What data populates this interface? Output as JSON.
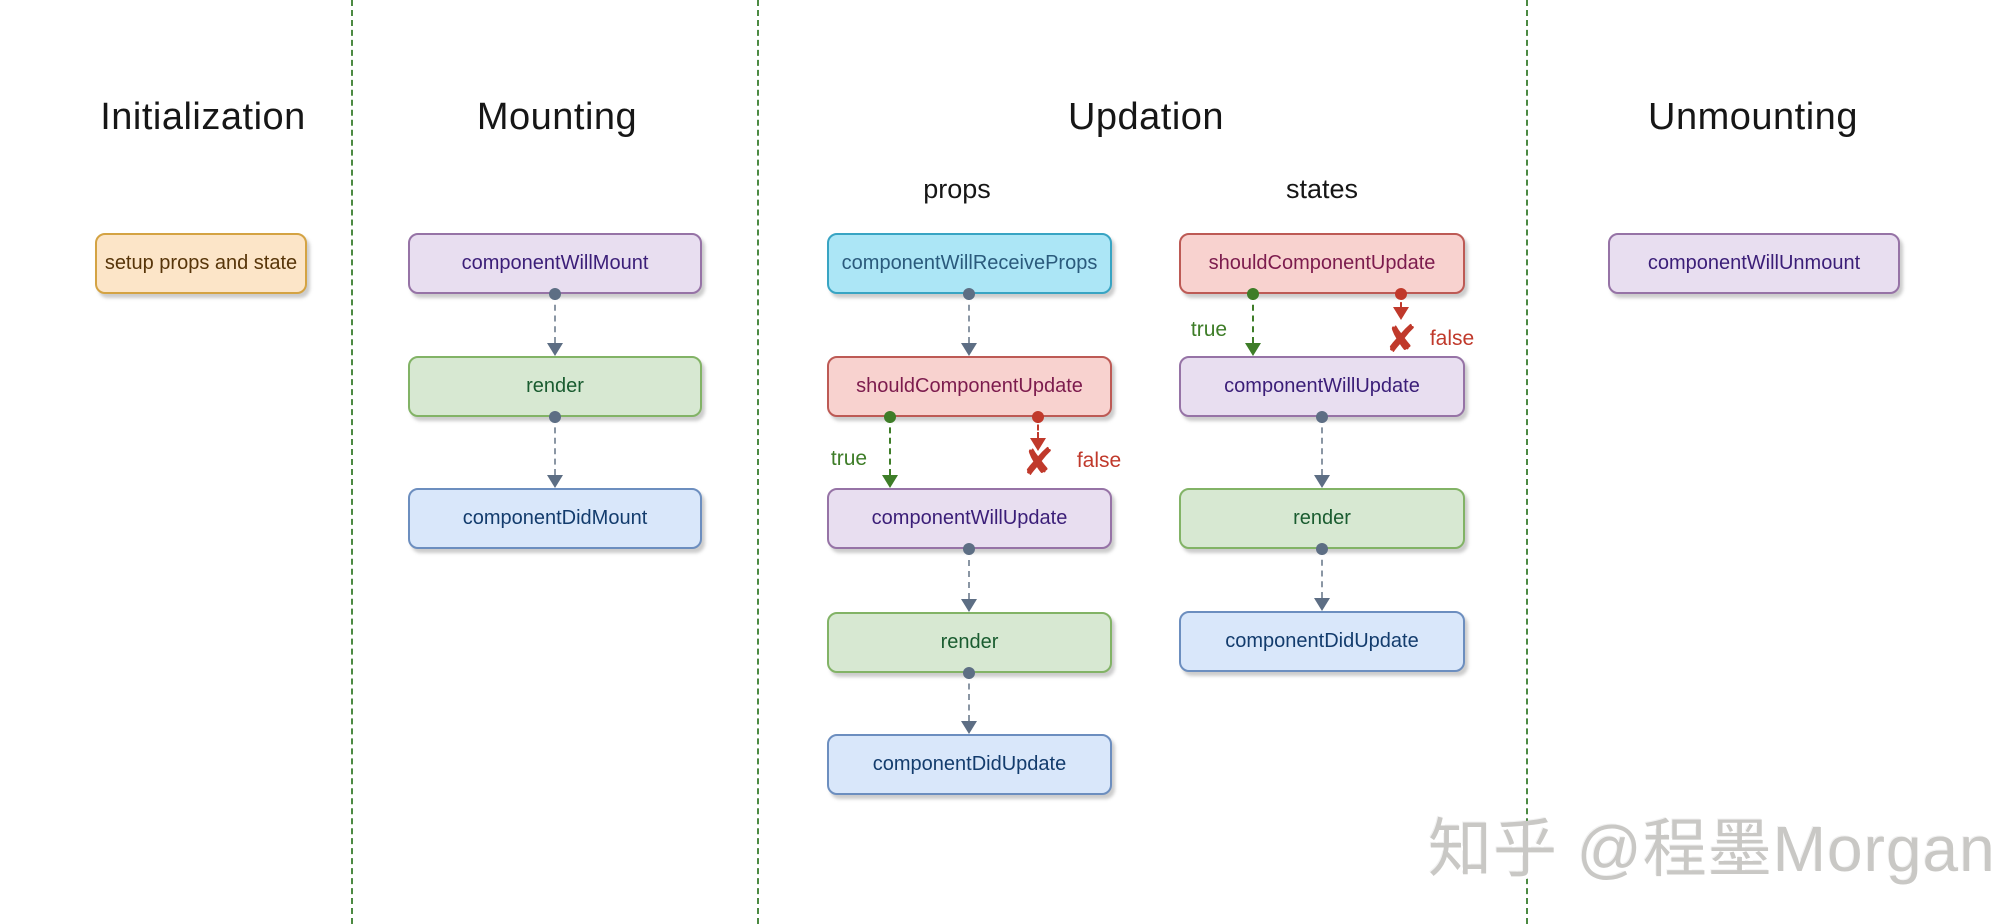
{
  "palette": {
    "separator": "#4c8a42",
    "edge": "#8a96a4",
    "edge_node": "#5d6e84",
    "true_color": "#3e7d28",
    "false_color": "#c0392b",
    "watermark_color": "#c9c8c5",
    "orange_fill": "#fce5c8",
    "orange_border": "#d4a343",
    "orange_text": "#573509",
    "purple_fill": "#e8def0",
    "purple_border": "#9673a6",
    "purple_text": "#3b1e78",
    "green_fill": "#d7e8d2",
    "green_border": "#82b366",
    "green_text": "#1a5c30",
    "blue_fill": "#d9e7fa",
    "blue_border": "#6c8ebf",
    "blue_text": "#133c6d",
    "cyan_fill": "#ace6f6",
    "cyan_border": "#38a4c3",
    "cyan_text": "#2a5a7c",
    "red_fill": "#f8d2cf",
    "red_border": "#bd5a55",
    "red_text": "#7c1b4d"
  },
  "sections": {
    "initialization": {
      "title": "Initialization"
    },
    "mounting": {
      "title": "Mounting"
    },
    "updation": {
      "title": "Updation",
      "props_label": "props",
      "states_label": "states"
    },
    "unmounting": {
      "title": "Unmounting"
    }
  },
  "nodes": {
    "init_setup": {
      "label": "setup props and state"
    },
    "mount_will": {
      "label": "componentWillMount"
    },
    "mount_render": {
      "label": "render"
    },
    "mount_did": {
      "label": "componentDidMount"
    },
    "props_receive": {
      "label": "componentWillReceiveProps"
    },
    "props_should": {
      "label": "shouldComponentUpdate"
    },
    "props_willupdate": {
      "label": "componentWillUpdate"
    },
    "props_render": {
      "label": "render"
    },
    "props_didupdate": {
      "label": "componentDidUpdate"
    },
    "states_should": {
      "label": "shouldComponentUpdate"
    },
    "states_willupdate": {
      "label": "componentWillUpdate"
    },
    "states_render": {
      "label": "render"
    },
    "states_didupdate": {
      "label": "componentDidUpdate"
    },
    "unmount_will": {
      "label": "componentWillUnmount"
    }
  },
  "branch_labels": {
    "true": "true",
    "false": "false",
    "x_icon": "✘"
  },
  "watermark": "知乎 @程墨Morgan"
}
